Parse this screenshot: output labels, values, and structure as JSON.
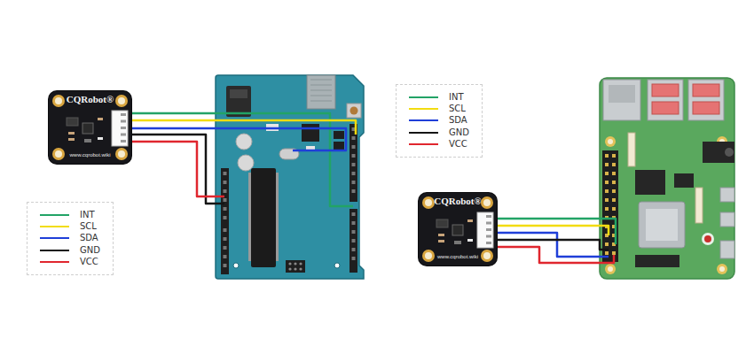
{
  "diagram": {
    "nodes": [
      {
        "text": [
          "CQRobot®",
          "www.cqrobot.wiki"
        ]
      },
      {
        "text": [
          "CQRobot®",
          "www.cqrobot.wiki"
        ]
      }
    ],
    "legend": [
      {
        "text": "INT"
      },
      {
        "text": "SCL"
      },
      {
        "text": "SDA"
      },
      {
        "text": "GND"
      },
      {
        "text": "VCC"
      },
      {
        "text": "INT"
      },
      {
        "text": "SCL"
      },
      {
        "text": "SDA"
      },
      {
        "text": "GND"
      },
      {
        "text": "VCC"
      }
    ]
  }
}
